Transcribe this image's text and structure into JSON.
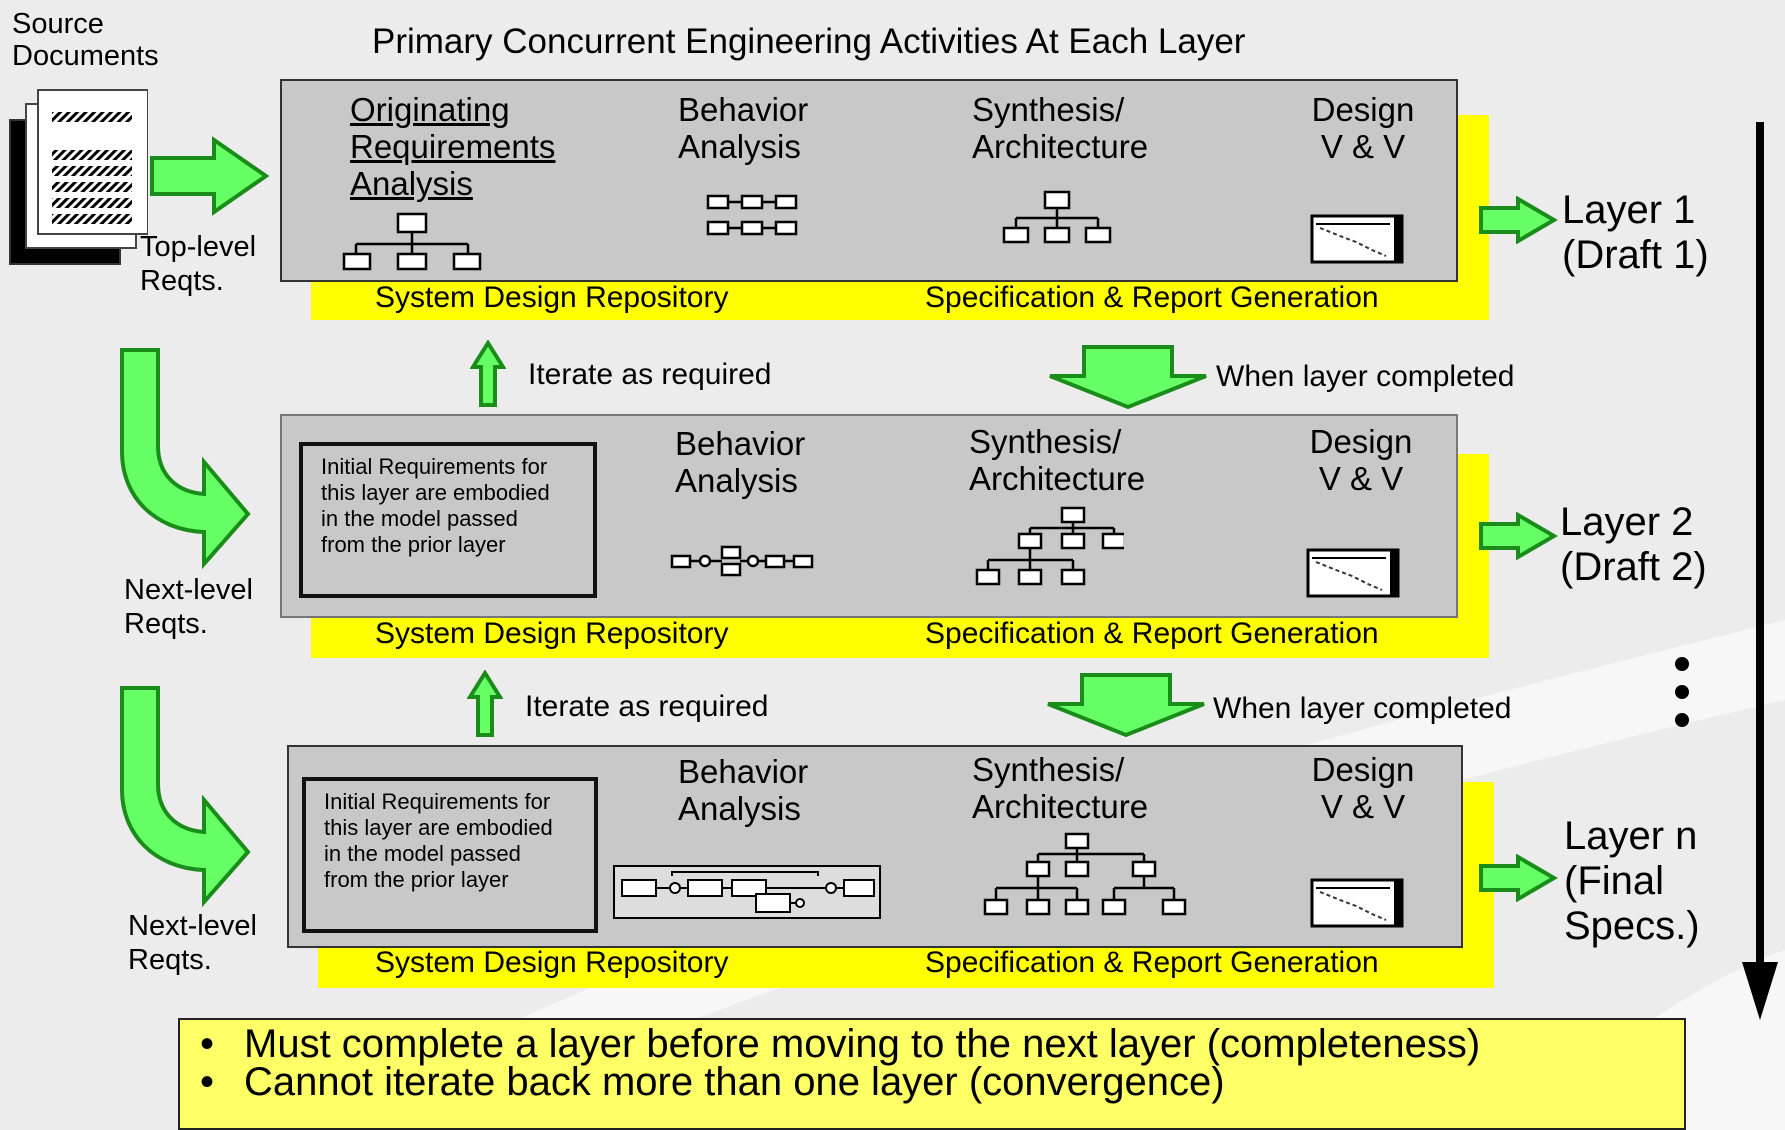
{
  "title": "Primary Concurrent Engineering Activities At Each Layer",
  "source_documents_label": "Source\nDocuments",
  "columns": {
    "originating": "Originating\nRequirements\nAnalysis",
    "behavior": "Behavior\nAnalysis",
    "synthesis": "Synthesis/\nArchitecture",
    "design": "Design\nV & V"
  },
  "initial_req_note": "Initial Requirements for\nthis layer are embodied\nin the model passed\nfrom the prior layer",
  "repository_label": "System Design Repository",
  "spec_label": "Specification & Report Generation",
  "iterate_label": "Iterate as required",
  "completed_label": "When layer completed",
  "top_level_reqts": "Top-level\nReqts.",
  "next_level_reqts": "Next-level\nReqts.",
  "layers": [
    {
      "label": "Layer 1\n(Draft 1)"
    },
    {
      "label": "Layer 2\n(Draft 2)"
    },
    {
      "label": "Layer n\n(Final\nSpecs.)"
    }
  ],
  "bullets": [
    "Must complete a layer before moving to the next layer (completeness)",
    "Cannot iterate back more than one layer (convergence)"
  ],
  "colors": {
    "arrow_fill": "#66ff66",
    "arrow_stroke": "#1a8c1a",
    "repository_bar": "#ffff00",
    "note_fill": "#ffff66",
    "layer_box": "#c8c8c8"
  }
}
